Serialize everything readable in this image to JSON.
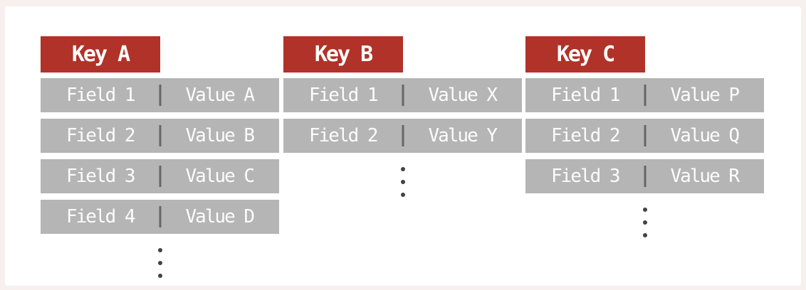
{
  "colors": {
    "page_background": "#f7f0ee",
    "card_background": "#ffffff",
    "key_header_background": "#b03228",
    "row_background": "#b5b5b5",
    "text": "#ffffff",
    "divider": "#666666",
    "ellipsis_dots": "#424242"
  },
  "columns": [
    {
      "key": "Key A",
      "rows": [
        {
          "field": "Field 1",
          "value": "Value A"
        },
        {
          "field": "Field 2",
          "value": "Value B"
        },
        {
          "field": "Field 3",
          "value": "Value C"
        },
        {
          "field": "Field 4",
          "value": "Value D"
        }
      ],
      "ellipsis_dot_count": 3
    },
    {
      "key": "Key B",
      "rows": [
        {
          "field": "Field 1",
          "value": "Value X"
        },
        {
          "field": "Field 2",
          "value": "Value Y"
        }
      ],
      "ellipsis_dot_count": 3
    },
    {
      "key": "Key C",
      "rows": [
        {
          "field": "Field 1",
          "value": "Value P"
        },
        {
          "field": "Field 2",
          "value": "Value Q"
        },
        {
          "field": "Field 3",
          "value": "Value R"
        }
      ],
      "ellipsis_dot_count": 3
    }
  ]
}
